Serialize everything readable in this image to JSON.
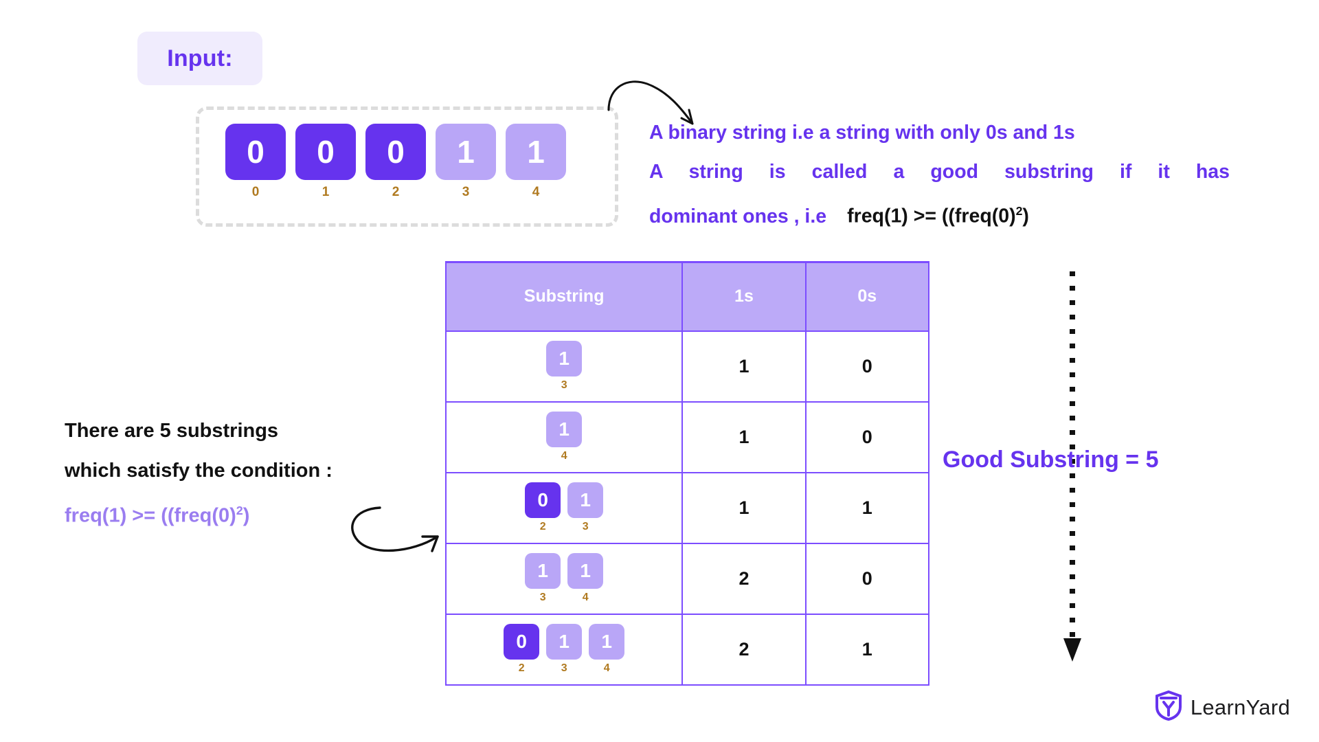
{
  "input": {
    "badge_label": "Input:",
    "array": [
      {
        "value": "0",
        "index": "0",
        "kind": "zero"
      },
      {
        "value": "0",
        "index": "1",
        "kind": "zero"
      },
      {
        "value": "0",
        "index": "2",
        "kind": "zero"
      },
      {
        "value": "1",
        "index": "3",
        "kind": "one"
      },
      {
        "value": "1",
        "index": "4",
        "kind": "one"
      }
    ]
  },
  "description": {
    "line1": "A binary string i.e a string with only 0s and 1s",
    "line2": "A string is called a good substring if it has",
    "line3_prefix": "dominant ones , i.e",
    "line3_formula_base": "freq(1) >= ((freq(0)",
    "line3_formula_sup": "2",
    "line3_formula_tail": ")"
  },
  "left_note": {
    "line1": "There are 5 substrings",
    "line2": "which satisfy the condition :",
    "formula_base": "freq(1) >= ((freq(0)",
    "formula_sup": "2",
    "formula_tail": ")"
  },
  "table": {
    "headers": [
      "Substring",
      "1s",
      "0s"
    ],
    "rows": [
      {
        "cells": [
          {
            "value": "1",
            "index": "3",
            "kind": "one"
          }
        ],
        "ones": "1",
        "zeros": "0"
      },
      {
        "cells": [
          {
            "value": "1",
            "index": "4",
            "kind": "one"
          }
        ],
        "ones": "1",
        "zeros": "0"
      },
      {
        "cells": [
          {
            "value": "0",
            "index": "2",
            "kind": "zero"
          },
          {
            "value": "1",
            "index": "3",
            "kind": "one"
          }
        ],
        "ones": "1",
        "zeros": "1"
      },
      {
        "cells": [
          {
            "value": "1",
            "index": "3",
            "kind": "one"
          },
          {
            "value": "1",
            "index": "4",
            "kind": "one"
          }
        ],
        "ones": "2",
        "zeros": "0"
      },
      {
        "cells": [
          {
            "value": "0",
            "index": "2",
            "kind": "zero"
          },
          {
            "value": "1",
            "index": "3",
            "kind": "one"
          },
          {
            "value": "1",
            "index": "4",
            "kind": "one"
          }
        ],
        "ones": "2",
        "zeros": "1"
      }
    ]
  },
  "result": {
    "label": "Good Substring = 5"
  },
  "brand": {
    "name": "LearnYard",
    "logo_icon": "shield-y-logo-icon"
  },
  "annotations": {
    "arrow_top": "curved-arrow-to-definition",
    "arrow_left": "curved-arrow-to-table",
    "arrow_right": "dotted-down-arrow"
  },
  "colors": {
    "primary_purple": "#6633ee",
    "light_purple": "#b9a6f7",
    "header_purple": "#bcaaf8",
    "border_purple": "#7c4dff",
    "index_gold": "#b07a20",
    "badge_bg": "#f0ecfd",
    "dashed_gray": "#dcdcdc"
  }
}
